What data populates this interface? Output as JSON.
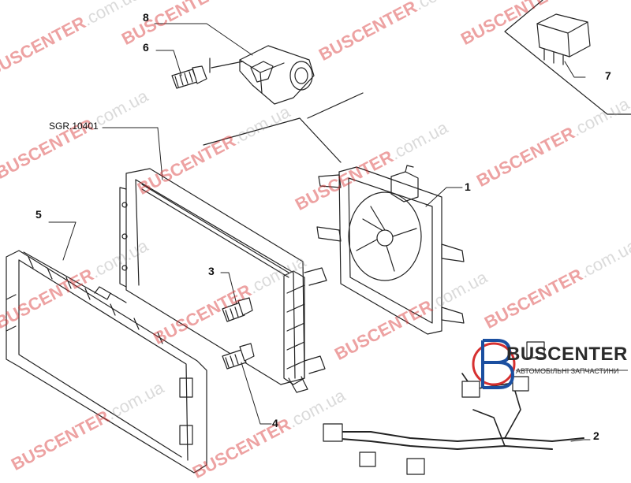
{
  "watermark": {
    "text": "BUSCENTER",
    "domain": ".com.ua",
    "color": "#d63030"
  },
  "reference_label": "SGR.10401",
  "callouts": {
    "p1": "1",
    "p2": "2",
    "p3": "3",
    "p4": "4",
    "p5": "5",
    "p6": "6",
    "p7": "7",
    "p8": "8"
  },
  "parts_icons": [
    "radiator",
    "cooling-fan-assembly",
    "radiator-mounting-frame",
    "bolt",
    "screw",
    "resistor-module",
    "relay",
    "wiring-harness"
  ],
  "logo": {
    "brand": "BUSCENTER",
    "tagline": "АВТОМОБІЛЬНІ ЗАПЧАСТИНИ",
    "accent_color": "#1b4fa0"
  }
}
